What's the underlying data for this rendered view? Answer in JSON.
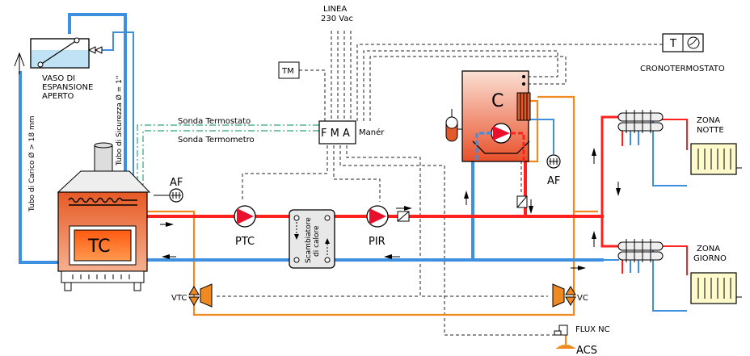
{
  "labels": {
    "linea_1": "LINEA",
    "linea_2": "230 Vac",
    "tm": "TM",
    "fma": "F M A",
    "maner": "Manér",
    "vaso_1": "VASO DI",
    "vaso_2": "ESPANSIONE",
    "vaso_3": "APERTO",
    "sonda_termostato": "Sonda Termostato",
    "sonda_termometro": "Sonda Termometro",
    "tubo_sicurezza": "Tubo di Sicurezza Ø = 1''",
    "tubo_carico": "Tubo di Carico Ø > 18 mm",
    "tc": "TC",
    "af_left": "AF",
    "ptc": "PTC",
    "scambiatore_1": "Scambiatore",
    "scambiatore_2": "di calore",
    "pir": "PIR",
    "c": "C",
    "af_right": "AF",
    "cronotermostato": "CRONOTERMOSTATO",
    "thermostat_t": "T",
    "zona_notte_1": "ZONA",
    "zona_notte_2": "NOTTE",
    "zona_giorno_1": "ZONA",
    "zona_giorno_2": "GIORNO",
    "vtc": "VTC",
    "vc": "VC",
    "flux": "FLUX  NC",
    "acs": "ACS"
  },
  "colors": {
    "hot": "#ff2020",
    "cold": "#3d8fe0",
    "orange": "#f08a20",
    "green": "#2aa870",
    "furnace": "#e25a2a",
    "boiler_top": "#f07050",
    "exchanger": "#e8e8e8",
    "radiator": "#fffacc"
  }
}
